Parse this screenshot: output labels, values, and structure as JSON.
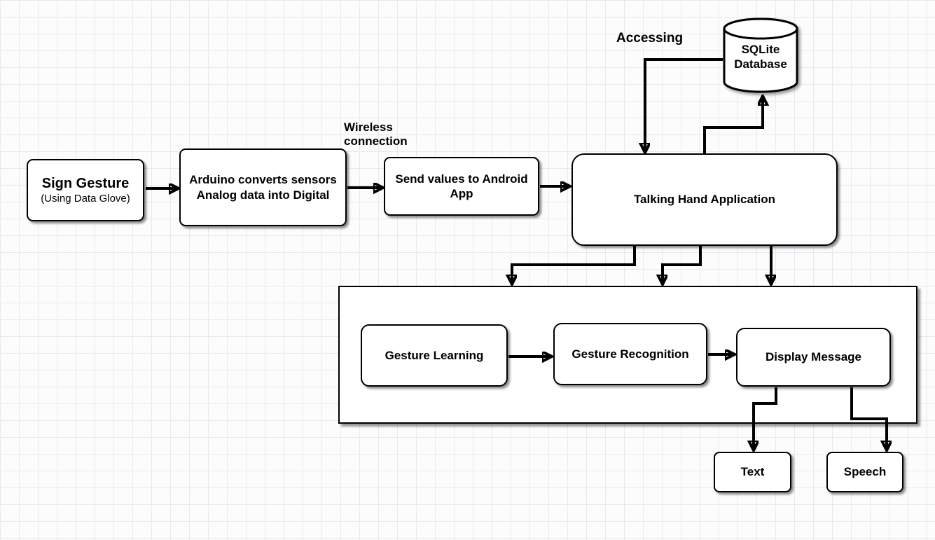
{
  "diagram": {
    "title_implicit": "Talking Hand system flowchart",
    "nodes": {
      "sign_gesture": {
        "title": "Sign Gesture",
        "subtitle": "(Using Data Glove)"
      },
      "arduino": {
        "label": "Arduino converts sensors Analog data into Digital"
      },
      "send_values": {
        "label": "Send values to Android App"
      },
      "talking_hand": {
        "label": "Talking Hand Application"
      },
      "sqlite_db": {
        "label": "SQLite Database"
      },
      "gesture_learning": {
        "label": "Gesture Learning"
      },
      "gesture_recognition": {
        "label": "Gesture Recognition"
      },
      "display_message": {
        "label": "Display Message"
      },
      "text_output": {
        "label": "Text"
      },
      "speech_output": {
        "label": "Speech"
      }
    },
    "annotations": {
      "accessing": "Accessing",
      "wireless_connection": "Wireless connection"
    },
    "colors": {
      "stroke": "#000000",
      "node_fill": "#ffffff",
      "grid_line": "#e7eaee",
      "background": "#fcfcfd"
    }
  }
}
